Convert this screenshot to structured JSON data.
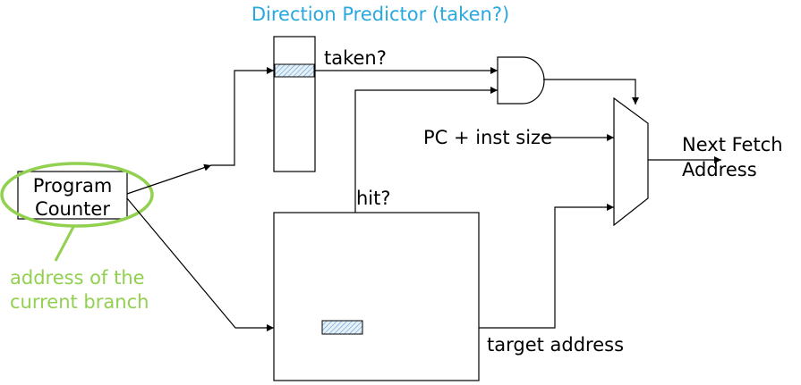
{
  "title": "Direction Predictor (taken?)",
  "program_counter": {
    "line1": "Program",
    "line2": "Counter"
  },
  "annotation": {
    "line1": "address of the",
    "line2": "current branch"
  },
  "labels": {
    "taken": "taken?",
    "pc_plus_size": "PC + inst size",
    "hit": "hit?",
    "target": "target address",
    "next_fetch_line1": "Next Fetch",
    "next_fetch_line2": "Address"
  },
  "colors": {
    "title": "#29A8E0",
    "annotation": "#92D050",
    "line": "#000000",
    "hatch": "#5B9BD5"
  }
}
